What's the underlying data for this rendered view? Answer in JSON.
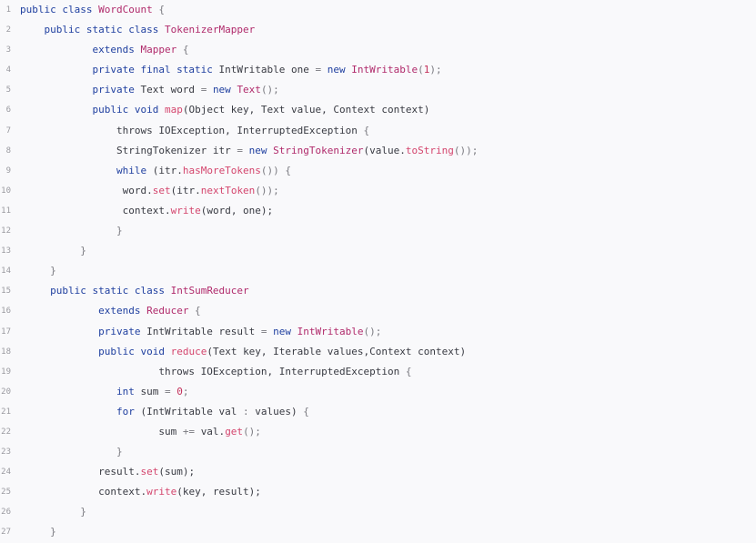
{
  "code": {
    "lines": [
      {
        "number": "1",
        "tokens": [
          {
            "t": "public class ",
            "c": "kw"
          },
          {
            "t": "WordCount",
            "c": "type"
          },
          {
            "t": " {",
            "c": "punct"
          }
        ]
      },
      {
        "number": "2",
        "tokens": [
          {
            "t": "    public static class ",
            "c": "kw"
          },
          {
            "t": "TokenizerMapper",
            "c": "type"
          }
        ]
      },
      {
        "number": "3",
        "tokens": [
          {
            "t": "            extends ",
            "c": "kw"
          },
          {
            "t": "Mapper",
            "c": "type"
          },
          {
            "t": " {",
            "c": "punct"
          }
        ]
      },
      {
        "number": "4",
        "tokens": [
          {
            "t": "            private final static ",
            "c": "kw"
          },
          {
            "t": "IntWritable one ",
            "c": "plain"
          },
          {
            "t": "= ",
            "c": "punct"
          },
          {
            "t": "new ",
            "c": "kw"
          },
          {
            "t": "IntWritable",
            "c": "type"
          },
          {
            "t": "(",
            "c": "punct"
          },
          {
            "t": "1",
            "c": "num"
          },
          {
            "t": ");",
            "c": "punct"
          }
        ]
      },
      {
        "number": "5",
        "tokens": [
          {
            "t": "            private ",
            "c": "kw"
          },
          {
            "t": "Text word ",
            "c": "plain"
          },
          {
            "t": "= ",
            "c": "punct"
          },
          {
            "t": "new ",
            "c": "kw"
          },
          {
            "t": "Text",
            "c": "type"
          },
          {
            "t": "();",
            "c": "punct"
          }
        ]
      },
      {
        "number": "6",
        "tokens": [
          {
            "t": "            public void ",
            "c": "kw"
          },
          {
            "t": "map",
            "c": "fn"
          },
          {
            "t": "(Object key, Text value, Context context)",
            "c": "plain"
          }
        ]
      },
      {
        "number": "7",
        "tokens": [
          {
            "t": "                throws IOException, InterruptedException ",
            "c": "plain"
          },
          {
            "t": "{",
            "c": "punct"
          }
        ]
      },
      {
        "number": "8",
        "tokens": [
          {
            "t": "                StringTokenizer itr ",
            "c": "plain"
          },
          {
            "t": "= ",
            "c": "punct"
          },
          {
            "t": "new ",
            "c": "kw"
          },
          {
            "t": "StringTokenizer",
            "c": "type"
          },
          {
            "t": "(value.",
            "c": "plain"
          },
          {
            "t": "toString",
            "c": "fn"
          },
          {
            "t": "());",
            "c": "punct"
          }
        ]
      },
      {
        "number": "9",
        "tokens": [
          {
            "t": "                while ",
            "c": "kw"
          },
          {
            "t": "(itr.",
            "c": "plain"
          },
          {
            "t": "hasMoreTokens",
            "c": "fn"
          },
          {
            "t": "()) {",
            "c": "punct"
          }
        ]
      },
      {
        "number": "10",
        "tokens": [
          {
            "t": "                 word.",
            "c": "plain"
          },
          {
            "t": "set",
            "c": "fn"
          },
          {
            "t": "(itr.",
            "c": "plain"
          },
          {
            "t": "nextToken",
            "c": "fn"
          },
          {
            "t": "());",
            "c": "punct"
          }
        ]
      },
      {
        "number": "11",
        "tokens": [
          {
            "t": "                 context.",
            "c": "plain"
          },
          {
            "t": "write",
            "c": "fn"
          },
          {
            "t": "(word, one);",
            "c": "plain"
          }
        ]
      },
      {
        "number": "12",
        "tokens": [
          {
            "t": "                }",
            "c": "punct"
          }
        ]
      },
      {
        "number": "13",
        "tokens": [
          {
            "t": "          }",
            "c": "punct"
          }
        ]
      },
      {
        "number": "14",
        "tokens": [
          {
            "t": "     }",
            "c": "punct"
          }
        ]
      },
      {
        "number": "15",
        "tokens": [
          {
            "t": "     public static class ",
            "c": "kw"
          },
          {
            "t": "IntSumReducer",
            "c": "type"
          }
        ]
      },
      {
        "number": "16",
        "tokens": [
          {
            "t": "             extends ",
            "c": "kw"
          },
          {
            "t": "Reducer",
            "c": "type"
          },
          {
            "t": " {",
            "c": "punct"
          }
        ]
      },
      {
        "number": "17",
        "tokens": [
          {
            "t": "             private ",
            "c": "kw"
          },
          {
            "t": "IntWritable result ",
            "c": "plain"
          },
          {
            "t": "= ",
            "c": "punct"
          },
          {
            "t": "new ",
            "c": "kw"
          },
          {
            "t": "IntWritable",
            "c": "type"
          },
          {
            "t": "();",
            "c": "punct"
          }
        ]
      },
      {
        "number": "18",
        "tokens": [
          {
            "t": "             public void ",
            "c": "kw"
          },
          {
            "t": "reduce",
            "c": "fn"
          },
          {
            "t": "(Text key, Iterable values,Context context)",
            "c": "plain"
          }
        ]
      },
      {
        "number": "19",
        "tokens": [
          {
            "t": "                       throws IOException, InterruptedException ",
            "c": "plain"
          },
          {
            "t": "{",
            "c": "punct"
          }
        ]
      },
      {
        "number": "20",
        "tokens": [
          {
            "t": "                int ",
            "c": "kw"
          },
          {
            "t": "sum ",
            "c": "plain"
          },
          {
            "t": "= ",
            "c": "punct"
          },
          {
            "t": "0",
            "c": "num"
          },
          {
            "t": ";",
            "c": "punct"
          }
        ]
      },
      {
        "number": "21",
        "tokens": [
          {
            "t": "                for ",
            "c": "kw"
          },
          {
            "t": "(IntWritable val ",
            "c": "plain"
          },
          {
            "t": ": ",
            "c": "punct"
          },
          {
            "t": "values) ",
            "c": "plain"
          },
          {
            "t": "{",
            "c": "punct"
          }
        ]
      },
      {
        "number": "22",
        "tokens": [
          {
            "t": "                       sum ",
            "c": "plain"
          },
          {
            "t": "+= ",
            "c": "punct"
          },
          {
            "t": "val.",
            "c": "plain"
          },
          {
            "t": "get",
            "c": "fn"
          },
          {
            "t": "();",
            "c": "punct"
          }
        ]
      },
      {
        "number": "23",
        "tokens": [
          {
            "t": "                }",
            "c": "punct"
          }
        ]
      },
      {
        "number": "24",
        "tokens": [
          {
            "t": "             result.",
            "c": "plain"
          },
          {
            "t": "set",
            "c": "fn"
          },
          {
            "t": "(sum);",
            "c": "plain"
          }
        ]
      },
      {
        "number": "25",
        "tokens": [
          {
            "t": "             context.",
            "c": "plain"
          },
          {
            "t": "write",
            "c": "fn"
          },
          {
            "t": "(key, result);",
            "c": "plain"
          }
        ]
      },
      {
        "number": "26",
        "tokens": [
          {
            "t": "          }",
            "c": "punct"
          }
        ]
      },
      {
        "number": "27",
        "tokens": [
          {
            "t": "     }",
            "c": "punct"
          }
        ]
      }
    ]
  }
}
